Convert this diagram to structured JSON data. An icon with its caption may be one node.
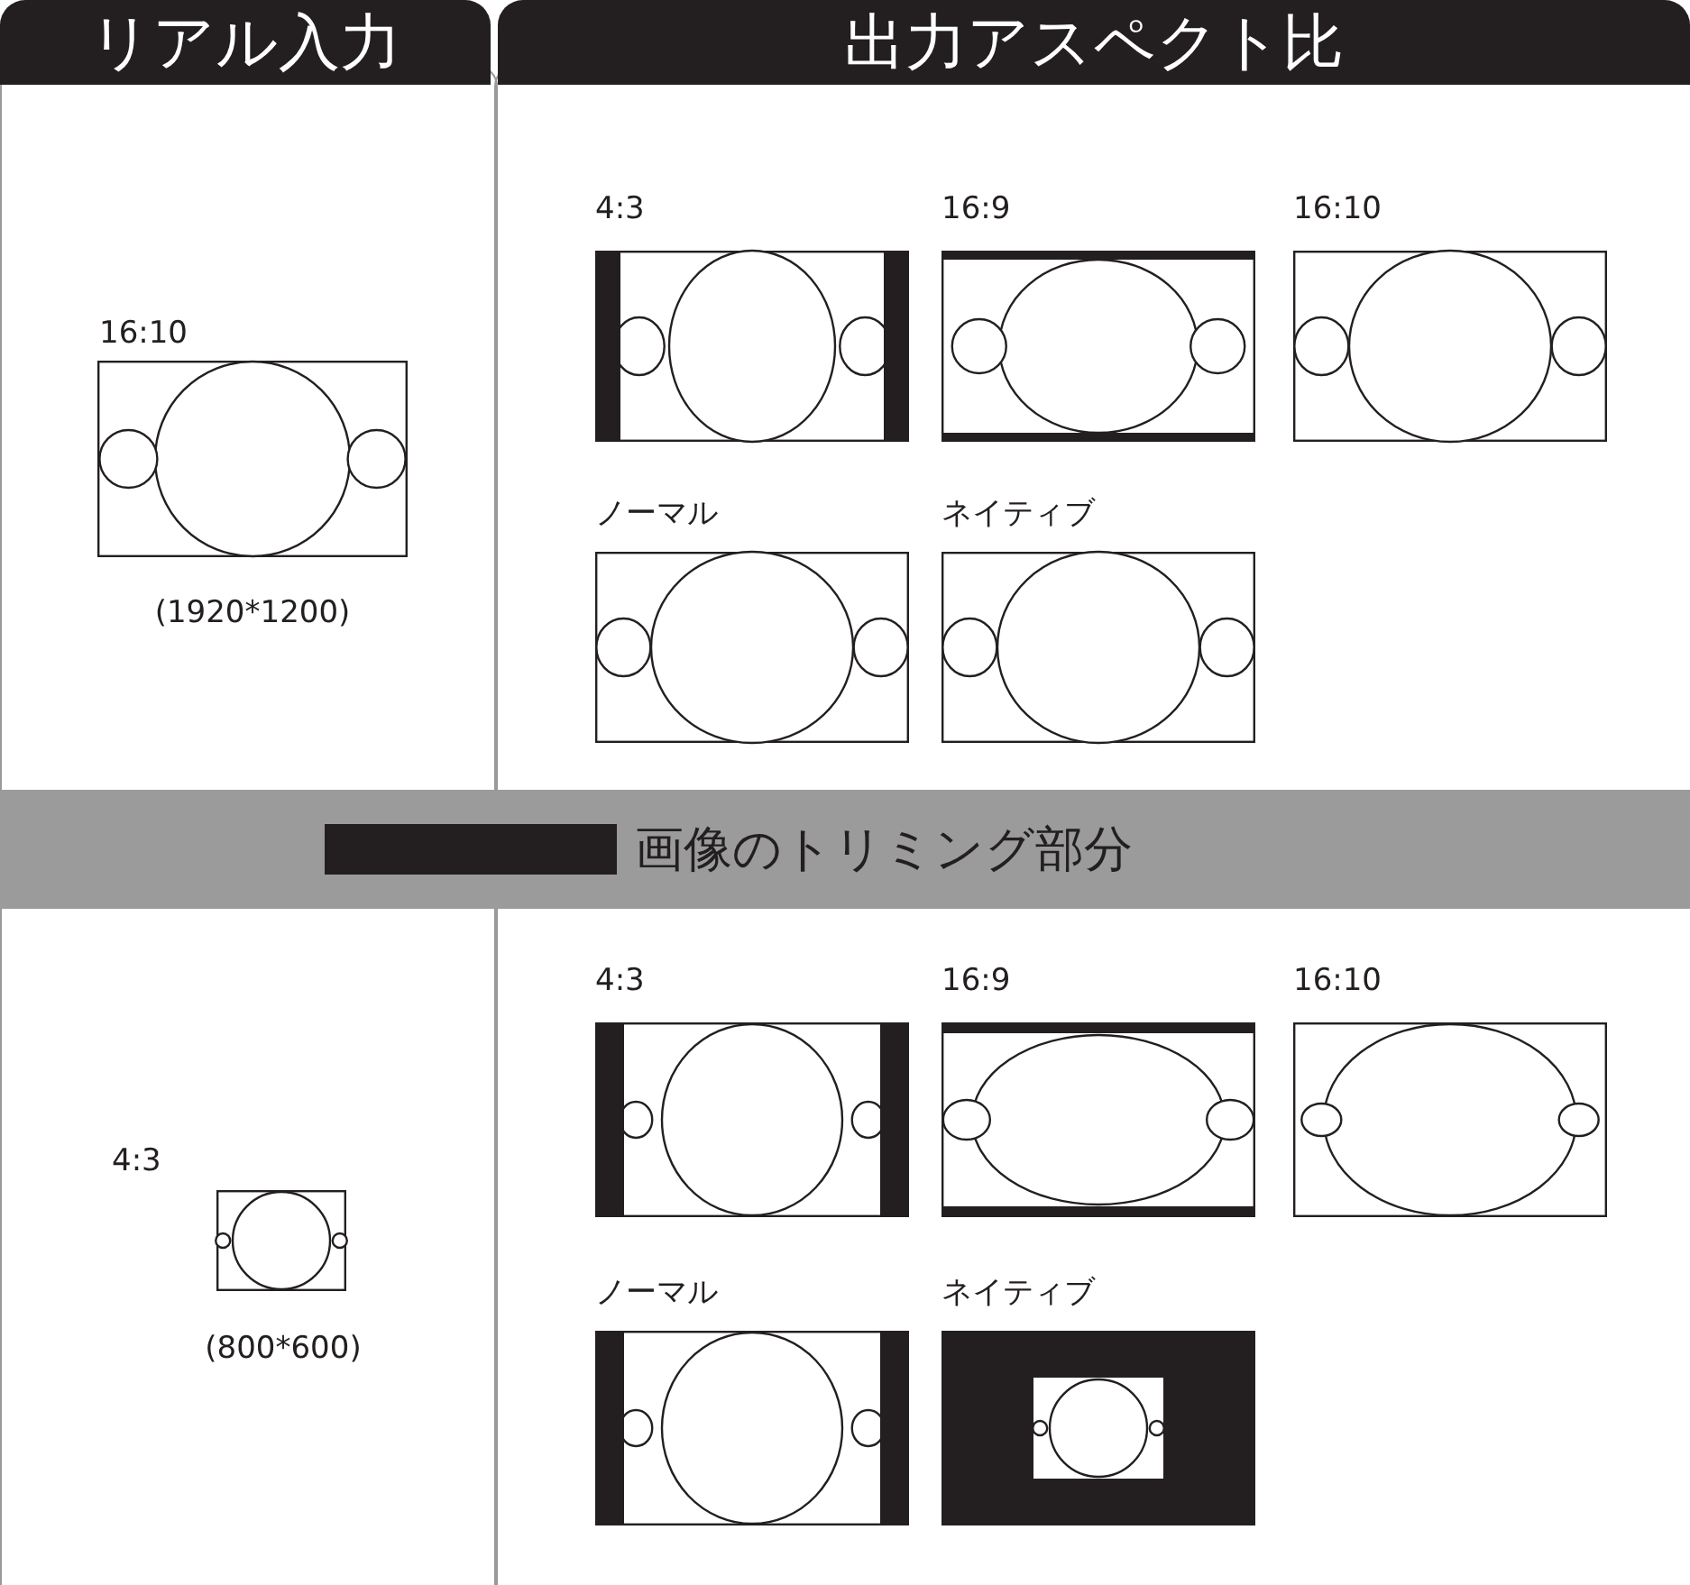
{
  "diagram": {
    "nodes": [
      {
        "text": [
          "リアル入力"
        ]
      },
      {
        "text": [
          "出力アスペクト比"
        ]
      },
      {
        "text": [
          "16:10"
        ],
        "beside": [
          "(1920*1200)"
        ]
      },
      {
        "text": [
          "4:3"
        ]
      },
      {
        "text": [
          "16:9"
        ]
      },
      {
        "text": [
          "16:10"
        ]
      },
      {
        "text": [
          "ノーマル"
        ]
      },
      {
        "text": [
          "ネイティブ"
        ]
      },
      {
        "text": [
          "4:3"
        ],
        "beside": [
          "(800*600)"
        ]
      },
      {
        "text": [
          "4:3"
        ]
      },
      {
        "text": [
          "16:9"
        ]
      },
      {
        "text": [
          "16:10"
        ]
      },
      {
        "text": [
          "ノーマル"
        ]
      },
      {
        "text": [
          "ネイティブ"
        ]
      }
    ],
    "legend": [
      {
        "text": "画像のトリミング部分",
        "color": "#231f20"
      }
    ]
  }
}
